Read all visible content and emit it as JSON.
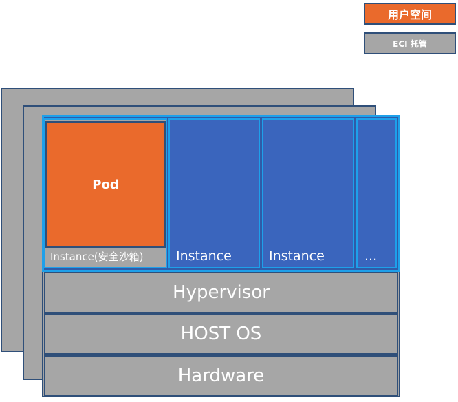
{
  "legend": {
    "user_space": "用户空间",
    "eci_managed": "ECI 托管"
  },
  "colors": {
    "user_space": "#ea6a2c",
    "eci_managed": "#a6a6a6",
    "instance": "#3a65bd",
    "border": "#2f4f79",
    "highlight": "#1ea0ea"
  },
  "instances": [
    {
      "label": "Instance(安全沙箱)",
      "contains_pod": true,
      "pod_label": "Pod"
    },
    {
      "label": "Instance"
    },
    {
      "label": "Instance"
    },
    {
      "label": "..."
    }
  ],
  "layers": {
    "hypervisor": "Hypervisor",
    "host_os": "HOST OS",
    "hardware": "Hardware"
  }
}
